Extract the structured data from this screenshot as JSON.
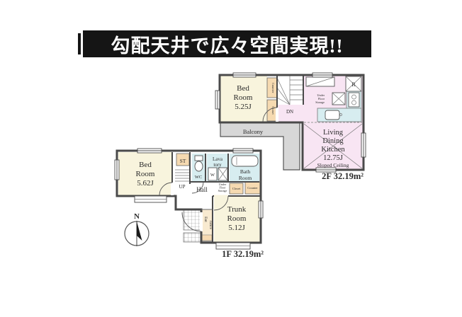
{
  "banner": {
    "title": "勾配天井で広々空間実現!!"
  },
  "floor2": {
    "bedroom": [
      "Bed",
      "Room",
      "5.25J"
    ],
    "counter": "Counter",
    "closet": "Closet",
    "stairs_down": "DN",
    "under_floor_storage": [
      "Under",
      "Floor",
      "Storage"
    ],
    "refrigerator": "R",
    "balcony": "Balcony",
    "ldk": [
      "Living",
      "Dining",
      "Kitchen",
      "12.75J"
    ],
    "sloped_ceiling": "Sloped Ceiling",
    "area_label": "2F 32.19m²"
  },
  "floor1": {
    "bedroom": [
      "Bed",
      "Room",
      "5.62J"
    ],
    "storage": "ST",
    "wc": "WC",
    "lavatory": [
      "Lava",
      "tory"
    ],
    "washer": "W",
    "under_floor_storage": [
      "Under",
      "Floor",
      "Storage"
    ],
    "bathroom": [
      "Bath",
      "Room"
    ],
    "hall": "Hall",
    "stairs_up": "UP",
    "closet": "Closet",
    "counter": "Counter",
    "trunk_room": [
      "Trunk",
      "Room",
      "5.12J"
    ],
    "entrance": [
      "Ent",
      "rance"
    ],
    "area_label": "1F 32.19m²"
  },
  "compass": {
    "north": "N"
  },
  "icons": [
    "north-arrow-icon",
    "toilet-icon",
    "bathtub-icon",
    "stove-icon",
    "sink-icon",
    "washing-machine-icon",
    "floor-storage-x-icon",
    "refrigerator-x-icon",
    "stairs-icon",
    "door-swing-icon",
    "porch-tile-icon"
  ],
  "colors": {
    "banner_bg": "#151515",
    "banner_text": "#ffffff",
    "room_cream": "#f8f4dd",
    "ldk_pink": "#f8e5f3",
    "wet_blue": "#d7edf0",
    "closet_tan": "#f6dab1",
    "entrance_tan": "#f8ead0",
    "balcony_gray": "#d7d7d7",
    "wall": "#4a4a4a",
    "text": "#2b2b2b"
  }
}
